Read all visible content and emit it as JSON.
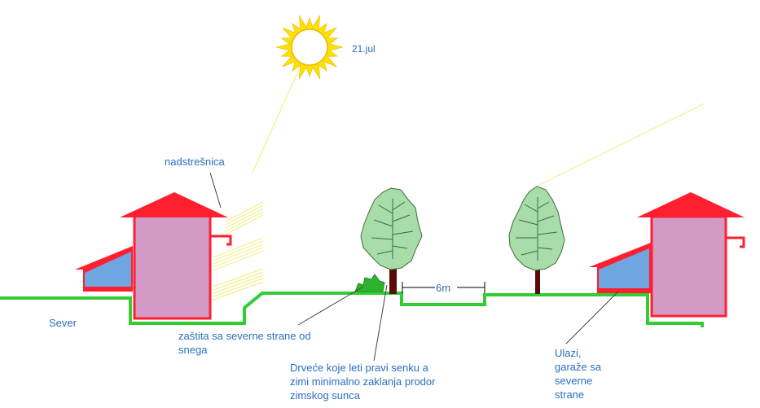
{
  "labels": {
    "date": "21.jul",
    "canopy": "nadstrešnica",
    "north": "Sever",
    "snow_protection": "zaštita sa severne strane od\nsnega",
    "trees": "Drveće koje leti pravi senku a\nzimi minimalno zaklanja prodor\nzimskog sunca",
    "distance": "6m",
    "entrances": "Ulazi,\ngaraže sa\nseverne\nstrane"
  },
  "colors": {
    "ground": "#33cc33",
    "roof": "#ff1f2f",
    "wall": "#d39ac8",
    "annex": "#6fa6e0",
    "sun_fill": "#ffffff",
    "sun_rays": "#ffe000",
    "sun_beam": "#f3f08a",
    "foliage": "#a8dca8",
    "trunk": "#5a0a0a",
    "bush": "#2fb32f",
    "text": "#2a6fc0"
  },
  "icons": [
    "sun-icon",
    "tree-icon",
    "bush-icon",
    "house-icon"
  ]
}
